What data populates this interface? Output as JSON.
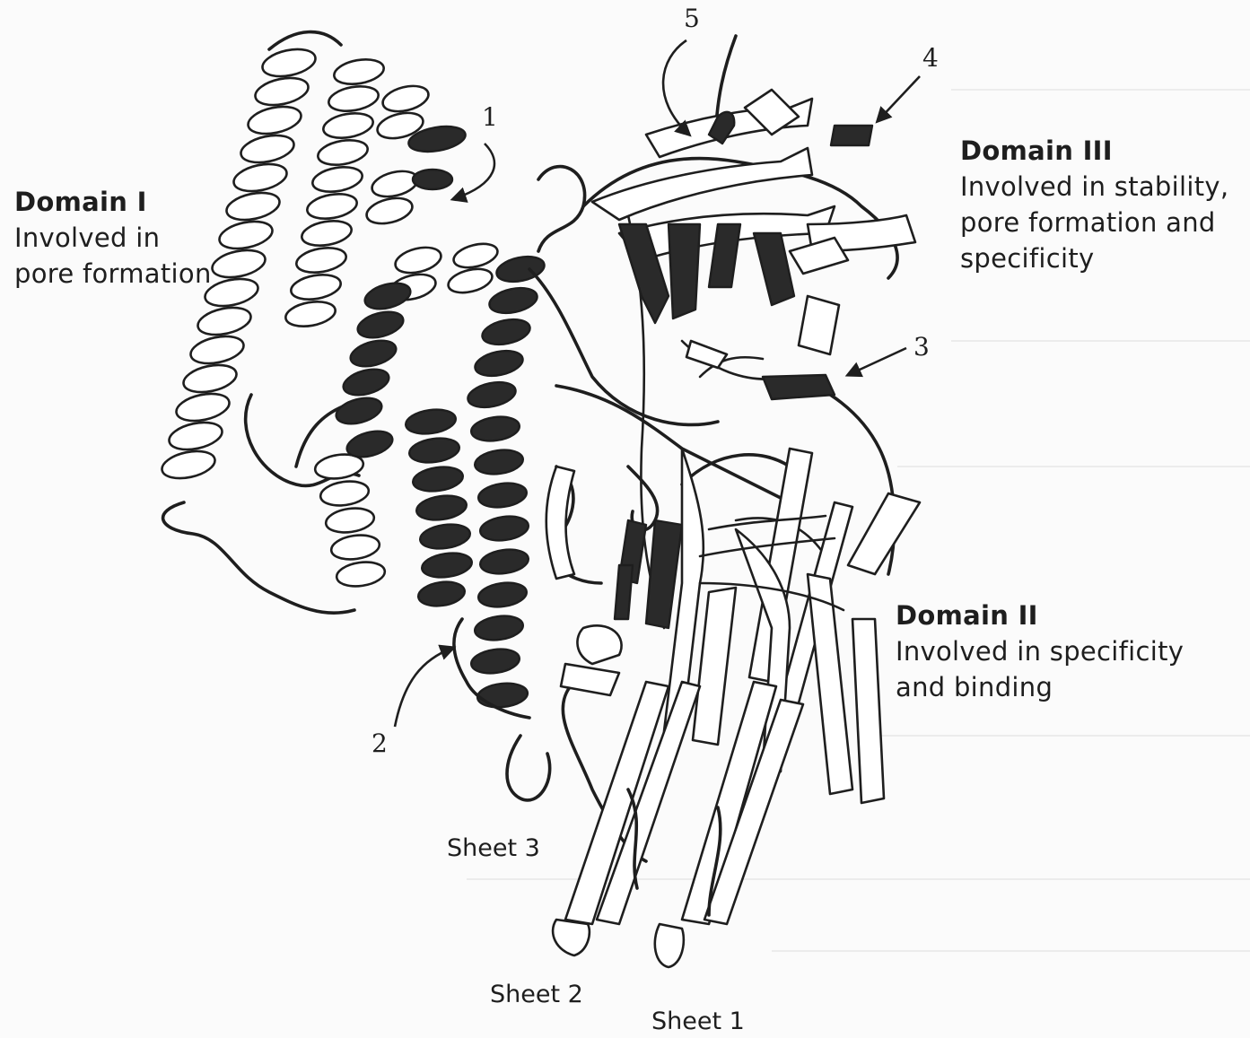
{
  "labels": {
    "domain1": {
      "head": "Domain I",
      "desc1": "Involved in",
      "desc2": "pore formation"
    },
    "domain3": {
      "head": "Domain III",
      "desc1": "Involved in stability,",
      "desc2": "pore formation and",
      "desc3": "specificity"
    },
    "domain2": {
      "head": "Domain II",
      "desc1": "Involved in specificity",
      "desc2": "and binding"
    }
  },
  "markers": {
    "m1": "1",
    "m2": "2",
    "m3": "3",
    "m4": "4",
    "m5": "5"
  },
  "sheets": {
    "s1": "Sheet 1",
    "s2": "Sheet 2",
    "s3": "Sheet 3"
  },
  "colors": {
    "ink": "#1e1e1e",
    "dark_fill": "#2a2a2a",
    "paper": "#fbfbfb"
  }
}
